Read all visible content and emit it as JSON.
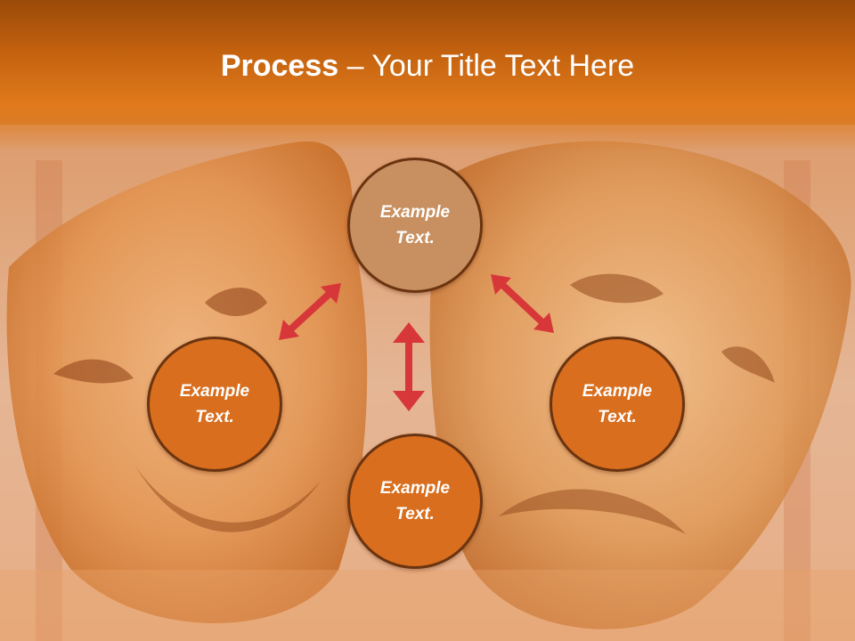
{
  "title": {
    "bold": "Process",
    "rest": " – Your Title Text Here"
  },
  "nodes": {
    "top": "Example Text.",
    "left": "Example Text.",
    "right": "Example Text.",
    "bottom": "Example Text."
  },
  "colors": {
    "title_band": "#c4620f",
    "node_fill": "#d86e1e",
    "node_fill_top": "#c89060",
    "node_border": "#6b3410",
    "arrow": "#d8373a"
  }
}
